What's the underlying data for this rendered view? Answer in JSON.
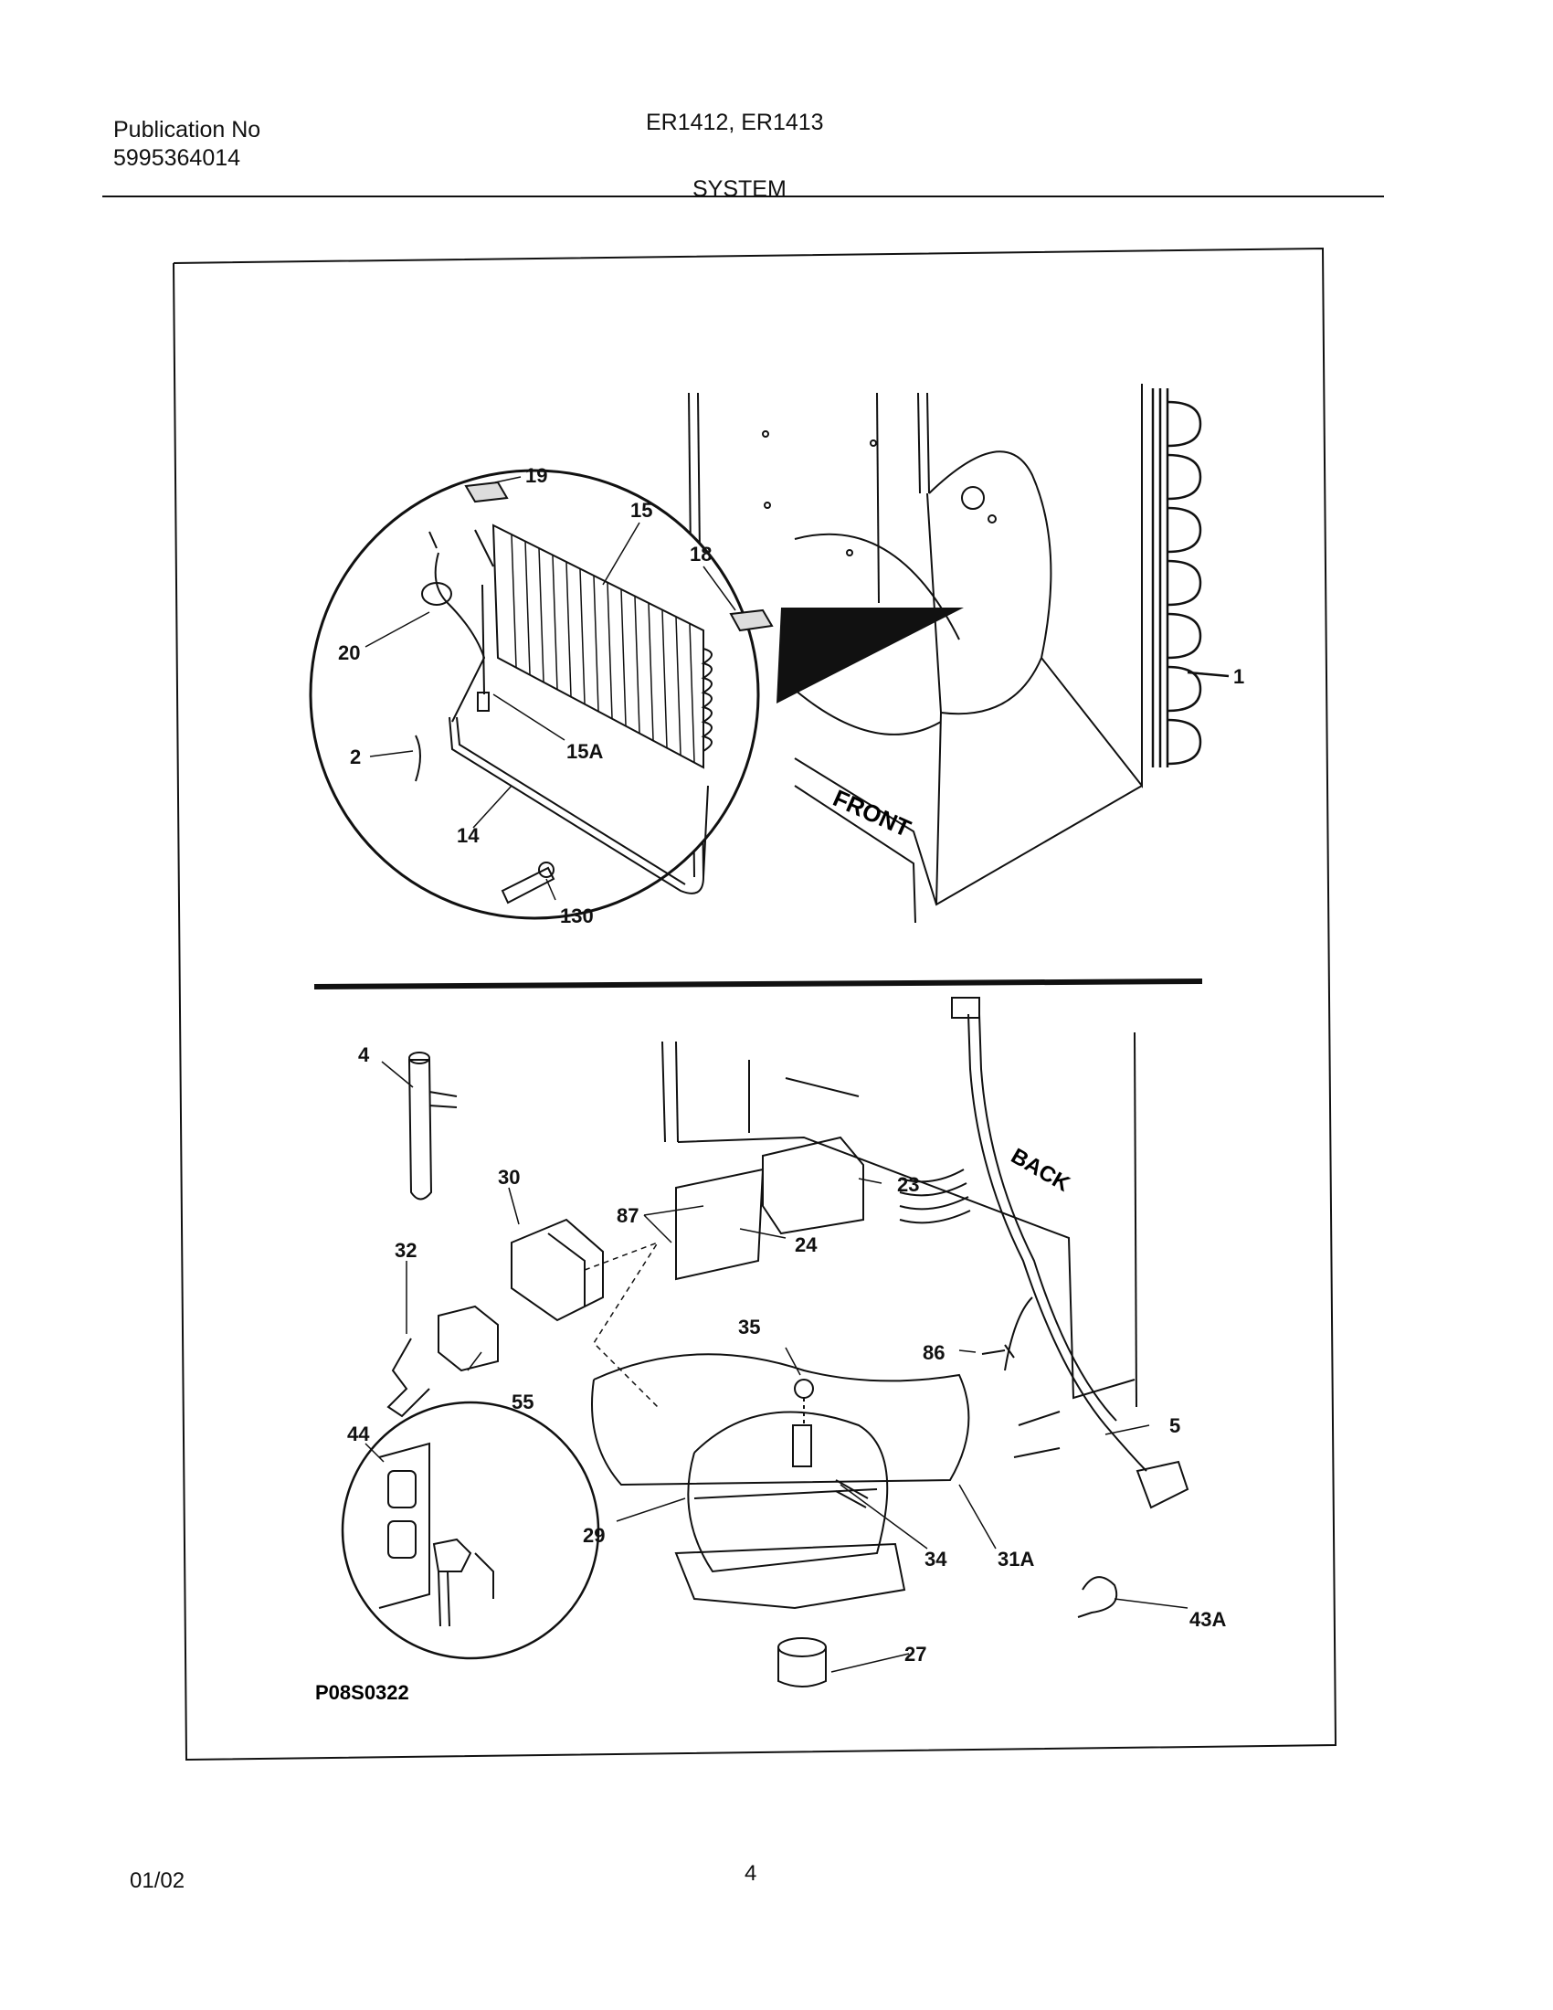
{
  "header": {
    "publication_label": "Publication No",
    "publication_number": "5995364014",
    "models": "ER1412, ER1413",
    "section": "SYSTEM"
  },
  "diagram": {
    "direction_labels": [
      "FRONT",
      "BACK"
    ],
    "figure_code": "P08S0322",
    "part_callouts": [
      "19",
      "15",
      "18",
      "20",
      "1",
      "15A",
      "2",
      "14",
      "130",
      "4",
      "30",
      "87",
      "23",
      "24",
      "32",
      "35",
      "86",
      "55",
      "5",
      "44",
      "29",
      "34",
      "31A",
      "43A",
      "27"
    ]
  },
  "footer": {
    "date": "01/02",
    "page": "4"
  }
}
